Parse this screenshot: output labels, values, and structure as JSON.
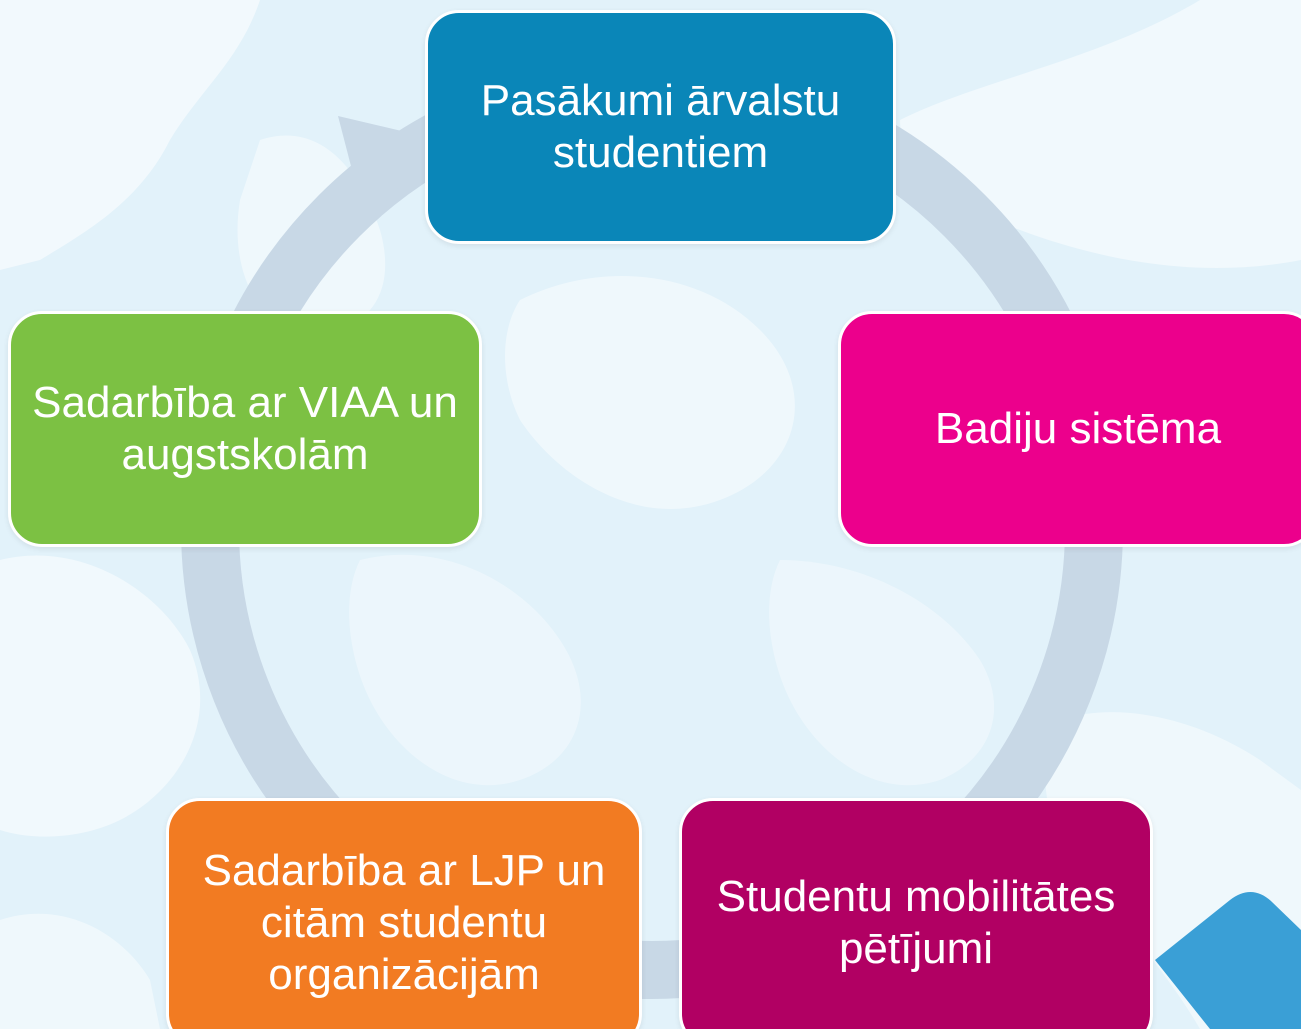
{
  "diagram": {
    "type": "cycle",
    "colors": {
      "background": "#e2f2fa",
      "ring": "#c8d8e6",
      "corner_accent": "#3a9fd6"
    },
    "nodes": [
      {
        "id": "top",
        "text": "Pasākumi ārvalstu studentiem",
        "color": "#0a86b8"
      },
      {
        "id": "right",
        "text": "Badiju sistēma",
        "color": "#ec008c"
      },
      {
        "id": "bottom_right",
        "text": "Studentu mobilitātes pētījumi",
        "color": "#b10063"
      },
      {
        "id": "bottom_left",
        "text": "Sadarbība ar LJP un citām studentu organizācijām",
        "color": "#f27b22"
      },
      {
        "id": "left",
        "text": "Sadarbība ar VIAA un augstskolām",
        "color": "#7cc143"
      }
    ]
  }
}
